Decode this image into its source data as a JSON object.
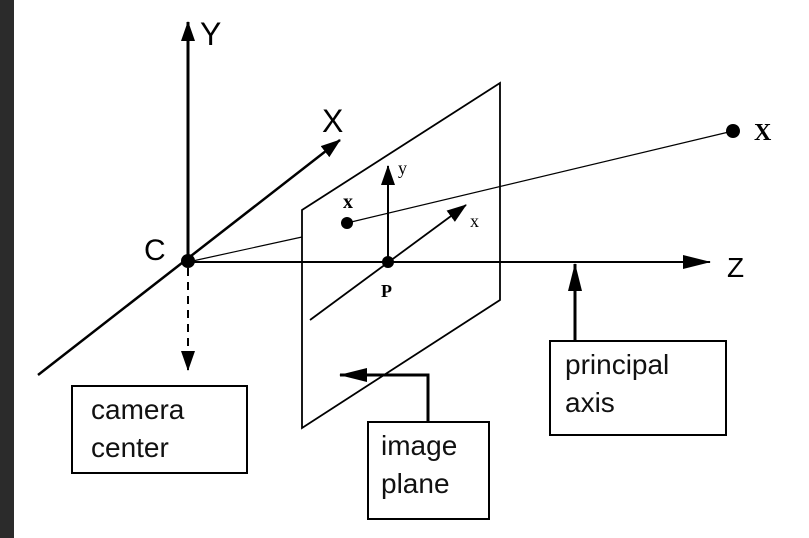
{
  "diagram": {
    "axes": {
      "Y": "Y",
      "X": "X",
      "Z": "Z",
      "C": "C"
    },
    "image_axes": {
      "y": "y",
      "x": "x",
      "p": "P"
    },
    "points": {
      "world": "X",
      "image": "x"
    },
    "labels": {
      "camera_center": [
        "camera",
        "center"
      ],
      "image_plane": [
        "image",
        "plane"
      ],
      "principal_axis": [
        "principal",
        "axis"
      ]
    }
  }
}
